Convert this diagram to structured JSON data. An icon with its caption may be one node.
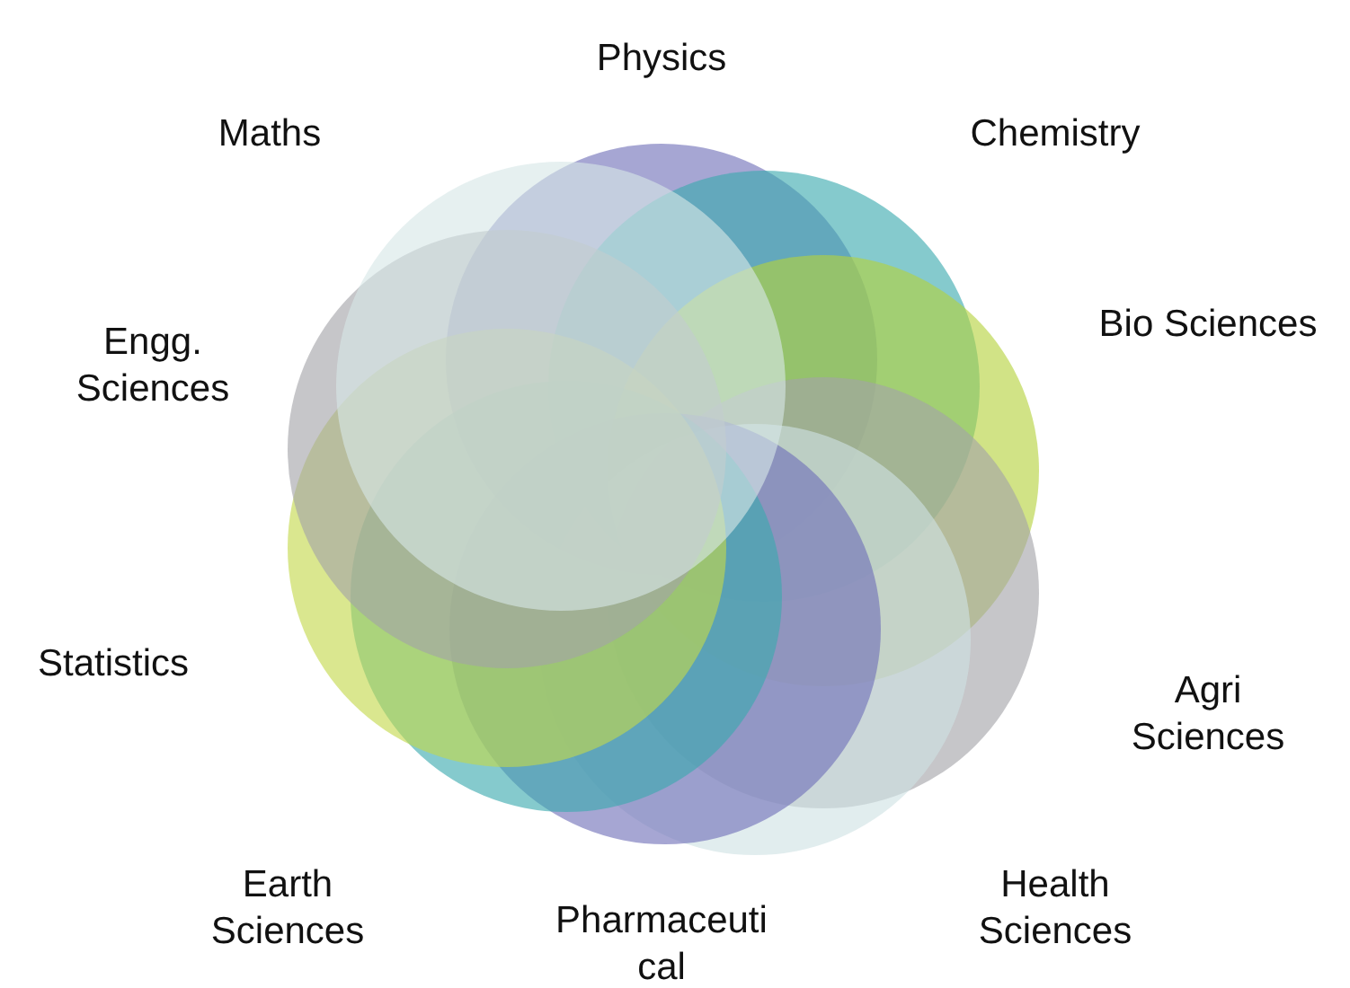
{
  "diagram": {
    "nodes": [
      {
        "text": [
          "Physics"
        ]
      },
      {
        "text": [
          "Chemistry"
        ]
      },
      {
        "text": [
          "Bio Sciences"
        ]
      },
      {
        "text": [
          "Agri Sciences"
        ]
      },
      {
        "text": [
          "Health Sciences"
        ]
      },
      {
        "text": [
          "Pharmaceuti cal"
        ]
      },
      {
        "text": [
          "Earth Sciences"
        ]
      },
      {
        "text": [
          "Statistics"
        ]
      },
      {
        "text": [
          "Engg. Sciences"
        ]
      },
      {
        "text": [
          "Maths"
        ]
      }
    ]
  }
}
